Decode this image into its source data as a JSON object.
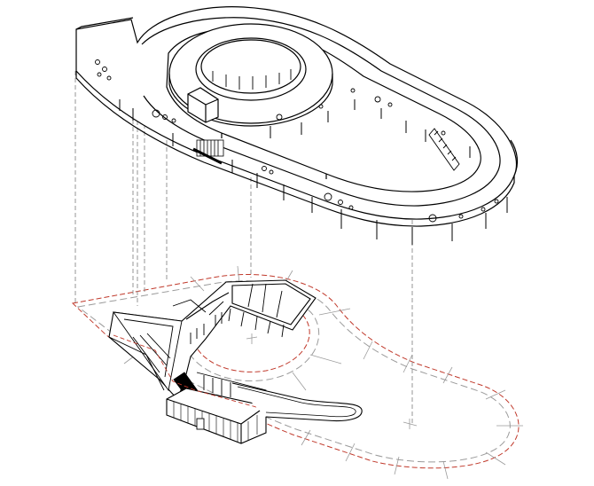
{
  "drawing": {
    "type": "axonometric exploded architectural diagram",
    "colors": {
      "background": "#ffffff",
      "line": "#000000",
      "dashed_guide": "#8a8a8a",
      "footprint_red": "#c0392b",
      "footprint_grey": "#9a9a9a"
    },
    "elements": [
      "elevated-loop-deck",
      "ground-floor-plan",
      "ground-footprint-outline",
      "projection-lines",
      "ramp-stair"
    ]
  }
}
